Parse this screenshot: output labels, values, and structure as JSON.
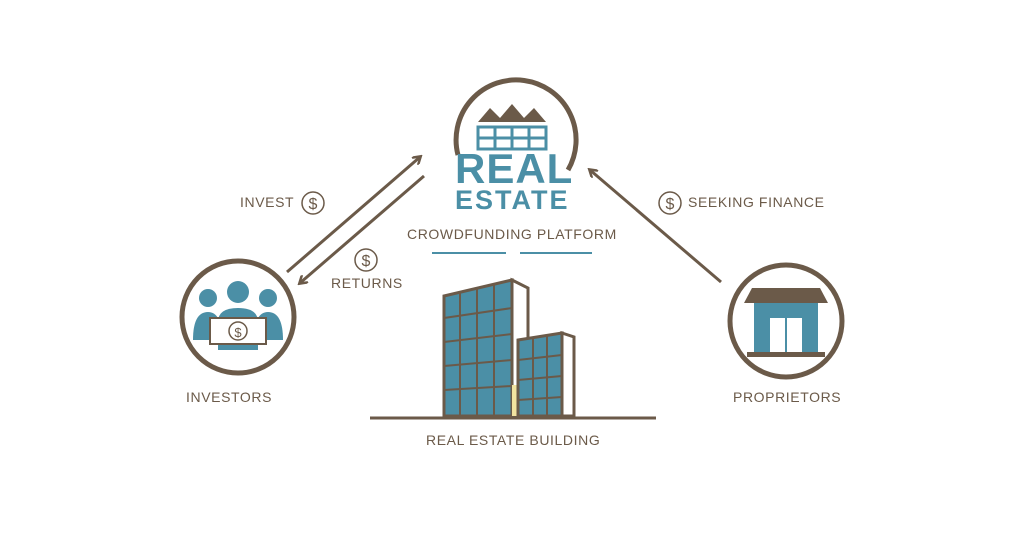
{
  "colors": {
    "brown": "#6b5a49",
    "teal": "#4b8fa6",
    "highlight": "#f2e3a0"
  },
  "platform": {
    "logo_line1": "REAL",
    "logo_line2": "ESTATE",
    "caption": "CROWDFUNDING PLATFORM"
  },
  "flows": {
    "invest": "INVEST",
    "returns": "RETURNS",
    "seeking_finance": "SEEKING FINANCE",
    "dollar_symbol": "$"
  },
  "nodes": {
    "investors": "INVESTORS",
    "proprietors": "PROPRIETORS",
    "building": "REAL ESTATE BUILDING"
  }
}
